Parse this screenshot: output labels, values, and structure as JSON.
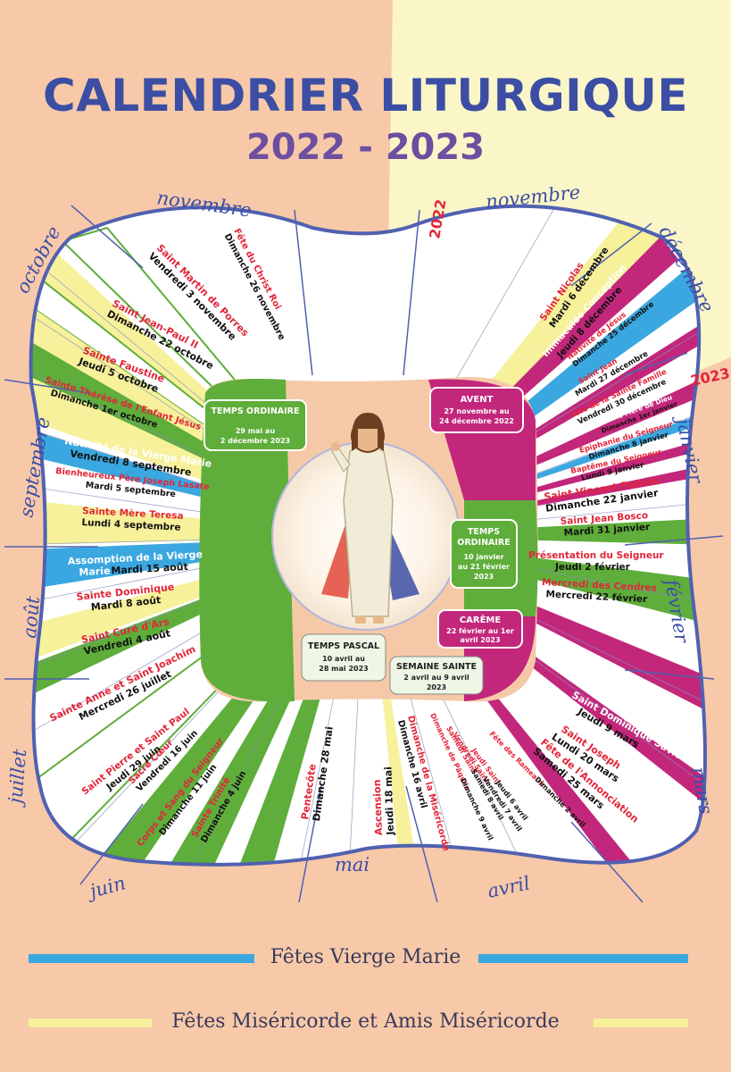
{
  "header": {
    "title": "CALENDRIER LITURGIQUE",
    "years": "2022 - 2023"
  },
  "months": {
    "novembre_left": "novembre",
    "octobre": "octobre",
    "septembre": "septembre",
    "aout": "août",
    "juillet": "juillet",
    "juin": "juin",
    "mai": "mai",
    "avril": "avril",
    "mars": "mars",
    "fevrier": "février",
    "janvier": "janvier",
    "decembre": "décembre",
    "novembre_right": "novembre"
  },
  "year_tags": {
    "y2022": "2022",
    "y2023": "2023"
  },
  "seasons": {
    "ordinaire1": {
      "title": "TEMPS ORDINAIRE",
      "dates": [
        "29 mai au",
        "2 décembre 2023"
      ]
    },
    "avent": {
      "title": "AVENT",
      "dates": [
        "27 novembre au",
        "24 décembre 2022"
      ]
    },
    "ordinaire2": {
      "title": "TEMPS ORDINAIRE",
      "dates": [
        "10 janvier",
        "au 21 février",
        "2023"
      ]
    },
    "careme": {
      "title": "CARÊME",
      "dates": [
        "22 février au 1er",
        "avril 2023"
      ]
    },
    "pascal": {
      "title": "TEMPS PASCAL",
      "dates": [
        "10 avril au",
        "28 mai 2023"
      ]
    },
    "sainte": {
      "title": "SEMAINE SAINTE",
      "dates": [
        "2 avril au 9 avril",
        "2023"
      ]
    }
  },
  "feasts": {
    "christ_roi": {
      "name": "Fête du Christ Roi",
      "date": "Dimanche 26 novembre"
    },
    "martin": {
      "name": "Saint Martin de Porres",
      "date": "Vendredi 3 novembre"
    },
    "jean_paul": {
      "name": "Saint Jean-Paul II",
      "date": "Dimanche 22 octobre"
    },
    "faustine": {
      "name": "Sainte Faustine",
      "date": "Jeudi 5 octobre"
    },
    "therese": {
      "name": "Sainte Thérèse de l'Enfant Jésus",
      "date": "Dimanche 1er octobre"
    },
    "nativite_vierge": {
      "name": "Nativité de la Vierge Marie",
      "date": "Vendredi 8 septembre"
    },
    "lasate": {
      "name": "Bienheureux Père Joseph Lasate",
      "date": "Mardi 5 septembre"
    },
    "teresa": {
      "name": "Sainte Mère Teresa",
      "date": "Lundi 4 septembre"
    },
    "assomption": {
      "name": "Assomption de la Vierge",
      "name2": "Marie",
      "date": "Mardi 15 août"
    },
    "dominique": {
      "name": "Sainte Dominique",
      "date": "Mardi 8 août"
    },
    "cure_ars": {
      "name": "Saint Curé d'Ars",
      "date": "Vendredi 4 août"
    },
    "anne_joachim": {
      "name": "Sainte Anne et Saint Joachim",
      "date": "Mercredi 26 juillet"
    },
    "pierre_paul": {
      "name": "Saint Pierre et Saint Paul",
      "date": "Jeudi 29 juin"
    },
    "sacre_coeur": {
      "name": "Sacré Cœur",
      "date": "Vendredi 16 juin"
    },
    "corps_sang": {
      "name": "Corps et Sang du Seigneur",
      "date": "Dimanche 11 juin"
    },
    "trinite": {
      "name": "Sainte Trinité",
      "date": "Dimanche 4 juin"
    },
    "pentecote": {
      "name": "Pentecôte",
      "date": "Dimanche 28 mai"
    },
    "ascension": {
      "name": "Ascension",
      "date": "Jeudi 18 mai"
    },
    "misericorde": {
      "name": "Dimanche de la Miséricorde",
      "date": "Dimanche 16 avril"
    },
    "paques": {
      "name": "Dimanche de Pâques",
      "date": "Dimanche 9 avril"
    },
    "samedi_saint": {
      "name": "Samedi Saint",
      "date": "Samedi 8 avril"
    },
    "vendredi_saint": {
      "name": "Vendredi Saint",
      "date": "Vendredi 7 avril"
    },
    "jeudi_saint": {
      "name": "Jeudi Saint",
      "date": "Jeudi 6 avril"
    },
    "rameaux": {
      "name": "Fête des Rameaux",
      "date": "Dimanche 2 avril"
    },
    "nicolas": {
      "name": "Saint Nicolas",
      "date": "Mardi 6 décembre"
    },
    "immaculee": {
      "name": "Immaculée Conception",
      "date": "Jeudi 8 décembre"
    },
    "nativite_jesus": {
      "name": "Nativité de Jésus",
      "date": "Dimanche 25 décembre"
    },
    "saint_jean": {
      "name": "Saint Jean",
      "date": "Mardi 27 décembre"
    },
    "sainte_famille": {
      "name": "Fête de la Sainte Famille",
      "date": "Vendredi 30 décembre"
    },
    "marie_mere": {
      "name": "Sainte Marie Mère de Dieu",
      "date": "Dimanche 1er janvier"
    },
    "epiphanie": {
      "name": "Épiphanie du Seigneur",
      "date": "Dimanche 8 janvier"
    },
    "bapteme": {
      "name": "Baptême du Seigneur",
      "date": "Lundi 9 janvier"
    },
    "pallotti": {
      "name": "Saint Vincent Pallotti",
      "date": "Dimanche 22 janvier"
    },
    "bosco": {
      "name": "Saint Jean Bosco",
      "date": "Mardi 31 janvier"
    },
    "presentation": {
      "name": "Présentation du Seigneur",
      "date": "Jeudi 2 février"
    },
    "cendres": {
      "name": "Mercredi des Cendres",
      "date": "Mercredi 22 février"
    },
    "savio": {
      "name": "Saint Dominique Savio",
      "date": "Jeudi 9 mars"
    },
    "joseph": {
      "name": "Saint Joseph",
      "date": "Lundi 20 mars"
    },
    "annonciation": {
      "name": "Fête de l'Annonciation",
      "date": "Samedi 25 mars"
    }
  },
  "legend": {
    "marie": "Fêtes Vierge Marie",
    "misericorde": "Fêtes Miséricorde et Amis Miséricorde"
  },
  "colors": {
    "background": "#f7c9a9",
    "title": "#3b4ea4",
    "years": "#6d4ea0",
    "marie_blue": "#3aa7e0",
    "misericorde_yellow": "#f6f19a",
    "ordinaire_green": "#5fad3a",
    "avent_magenta": "#c2277b",
    "red_text": "#e2263a",
    "frame": "#5061b0"
  }
}
